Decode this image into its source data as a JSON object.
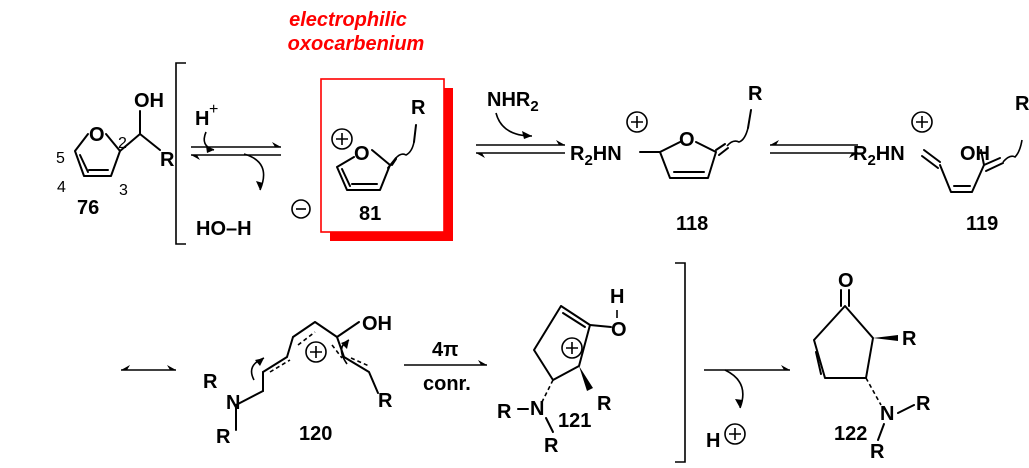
{
  "highlight": {
    "line1": "electrophilic",
    "line2": "oxocarbenium",
    "color": "#ff0000"
  },
  "compounds": {
    "c76": "76",
    "c81": "81",
    "c118": "118",
    "c119": "119",
    "c120": "120",
    "c121": "121",
    "c122": "122"
  },
  "reagents": {
    "acid": "H",
    "acid_charge": "+",
    "water": "HO–H",
    "amine": "NHR",
    "amine_sub": "2",
    "pericyclic": "4π",
    "pericyclic_label": "conr.",
    "proton_out": "H"
  },
  "atoms": {
    "O": "O",
    "OH": "OH",
    "H": "H",
    "R": "R",
    "N": "N",
    "R2HN": "R",
    "R2HN_sub": "2",
    "R2HN_tail": "HN",
    "plus": "+",
    "minus": "−"
  },
  "locants": {
    "p2": "2",
    "p3": "3",
    "p4": "4",
    "p5": "5"
  }
}
